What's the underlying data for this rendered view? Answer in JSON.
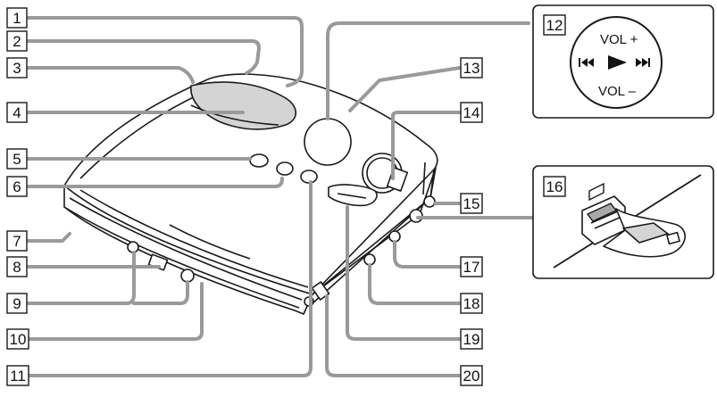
{
  "callouts": [
    {
      "id": "1",
      "label": "1"
    },
    {
      "id": "2",
      "label": "2"
    },
    {
      "id": "3",
      "label": "3"
    },
    {
      "id": "4",
      "label": "4"
    },
    {
      "id": "5",
      "label": "5"
    },
    {
      "id": "6",
      "label": "6"
    },
    {
      "id": "7",
      "label": "7"
    },
    {
      "id": "8",
      "label": "8"
    },
    {
      "id": "9",
      "label": "9"
    },
    {
      "id": "10",
      "label": "10"
    },
    {
      "id": "11",
      "label": "11"
    },
    {
      "id": "12",
      "label": "12"
    },
    {
      "id": "13",
      "label": "13"
    },
    {
      "id": "14",
      "label": "14"
    },
    {
      "id": "15",
      "label": "15"
    },
    {
      "id": "16",
      "label": "16"
    },
    {
      "id": "17",
      "label": "17"
    },
    {
      "id": "18",
      "label": "18"
    },
    {
      "id": "19",
      "label": "19"
    },
    {
      "id": "20",
      "label": "20"
    }
  ],
  "control_panel": {
    "vol_plus": "VOL +",
    "vol_minus": "VOL –"
  },
  "colors": {
    "leader_lines": "#9a9a9a",
    "outline": "#1a1a1a",
    "panel_gray": "#d4d4d4"
  }
}
